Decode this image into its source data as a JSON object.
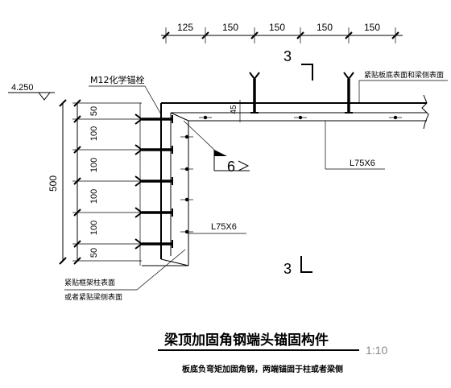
{
  "elevation": "4.250",
  "top_dims": [
    "125",
    "150",
    "150",
    "150",
    "150"
  ],
  "side_dims": [
    "50",
    "100",
    "100",
    "100",
    "100",
    "50"
  ],
  "total_height": "500",
  "bolt_label": "M12化学锚栓",
  "section_marker_number": "3",
  "angle_label_top": "L75X6",
  "angle_label_side": "L75X6",
  "weld_size": "6",
  "gap_dim": "45",
  "note_right": "紧贴板底表面和梁侧表面",
  "note_left_1": "紧贴框架柱表面",
  "note_left_2": "或者紧贴梁侧表面",
  "title": "梁顶加固角钢端头锚固构件",
  "scale": "1:10",
  "subtitle": "板底负弯矩加固角钢，两端锚固于柱或者梁侧"
}
